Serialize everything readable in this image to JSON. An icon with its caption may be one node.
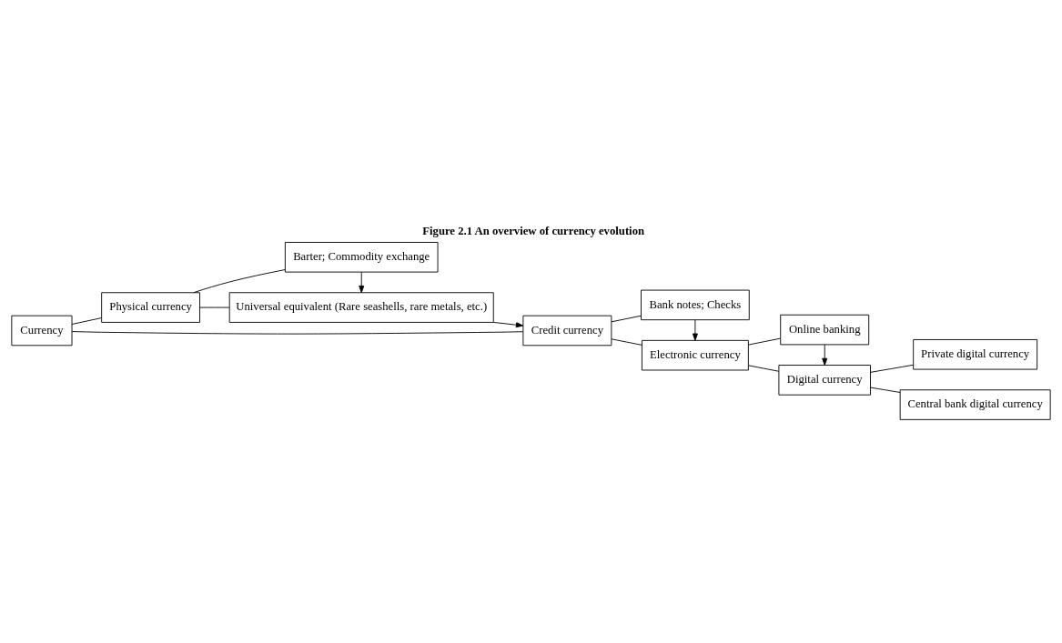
{
  "diagram": {
    "title": "Figure 2.1 An overview of currency evolution",
    "nodes": [
      {
        "text": [
          "Currency"
        ]
      },
      {
        "text": [
          "Physical currency"
        ]
      },
      {
        "text": [
          "Barter; Commodity exchange"
        ]
      },
      {
        "text": [
          "Universal equivalent (Rare seashells, rare metals, etc.)"
        ]
      },
      {
        "text": [
          "Credit currency"
        ]
      },
      {
        "text": [
          "Bank notes; Checks"
        ]
      },
      {
        "text": [
          "Electronic currency"
        ]
      },
      {
        "text": [
          "Online banking"
        ]
      },
      {
        "text": [
          "Digital currency"
        ]
      },
      {
        "text": [
          "Private digital currency"
        ]
      },
      {
        "text": [
          "Central bank digital currency"
        ]
      }
    ],
    "edges": [
      {
        "from": 0,
        "to": 1,
        "arrow": "none"
      },
      {
        "from": 0,
        "to": 4,
        "arrow": "none"
      },
      {
        "from": 1,
        "to": 2,
        "arrow": "none"
      },
      {
        "from": 1,
        "to": 3,
        "arrow": "none"
      },
      {
        "from": 2,
        "to": 3,
        "arrow": "to"
      },
      {
        "from": 3,
        "to": 4,
        "arrow": "to"
      },
      {
        "from": 4,
        "to": 5,
        "arrow": "none"
      },
      {
        "from": 4,
        "to": 6,
        "arrow": "none"
      },
      {
        "from": 5,
        "to": 6,
        "arrow": "to"
      },
      {
        "from": 6,
        "to": 7,
        "arrow": "none"
      },
      {
        "from": 6,
        "to": 8,
        "arrow": "none"
      },
      {
        "from": 7,
        "to": 8,
        "arrow": "to"
      },
      {
        "from": 8,
        "to": 9,
        "arrow": "none"
      },
      {
        "from": 8,
        "to": 10,
        "arrow": "none"
      }
    ]
  }
}
